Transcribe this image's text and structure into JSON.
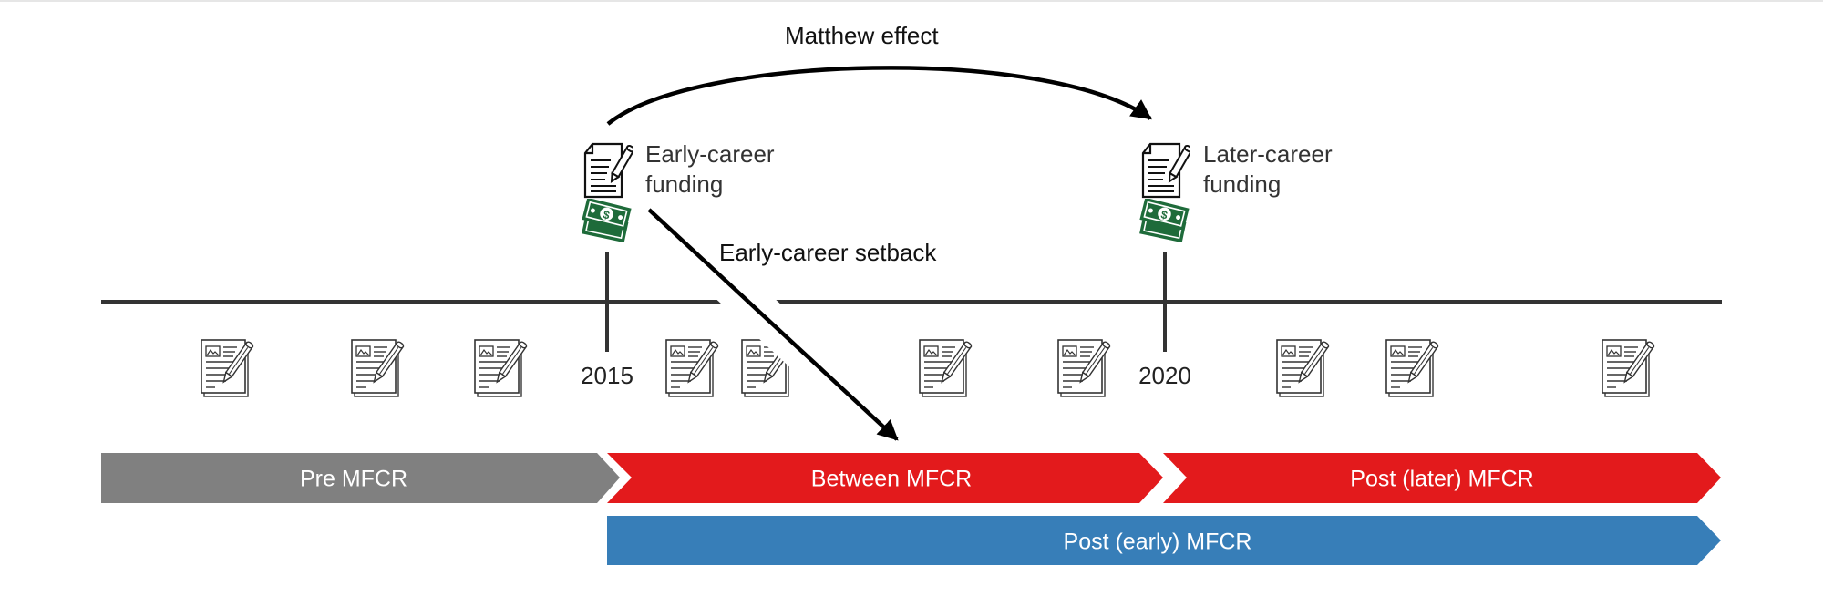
{
  "annotations": {
    "matthew_effect": "Matthew effect",
    "setback": "Early-career setback"
  },
  "funding": {
    "early": {
      "line1": "Early-career",
      "line2": "funding",
      "icon": "grant-document-icon",
      "money_icon": "cash-icon"
    },
    "later": {
      "line1": "Later-career",
      "line2": "funding",
      "icon": "grant-document-icon",
      "money_icon": "cash-icon"
    }
  },
  "timeline": {
    "years": [
      "2015",
      "2020"
    ],
    "publication_icon": "publication-icon",
    "publication_count": 10
  },
  "phases": {
    "pre": "Pre MFCR",
    "between": "Between MFCR",
    "post_later": "Post (later) MFCR",
    "post_early": "Post (early) MFCR"
  },
  "colors": {
    "pre": "#808080",
    "between": "#e31a1c",
    "post_later": "#e31a1c",
    "post_early": "#377eb8",
    "money": "#1e6b3a",
    "timeline": "#333333",
    "arrow": "#000000"
  }
}
